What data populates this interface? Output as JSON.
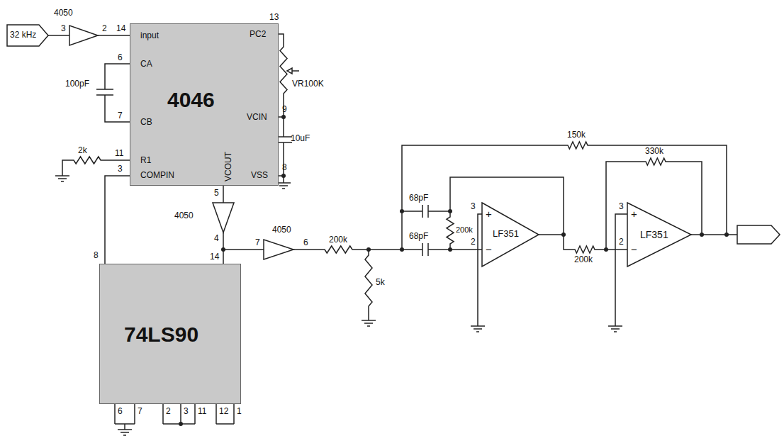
{
  "diagram": {
    "nodes": [
      {
        "text": [
          "4046",
          "input",
          "CA",
          "CB",
          "R1",
          "COMPIN",
          "PC2",
          "VCIN",
          "VCOUT",
          "VSS"
        ]
      },
      {
        "text": [
          "74LS90"
        ]
      },
      {
        "text": [
          "LF351",
          "+",
          "−"
        ]
      },
      {
        "text": [
          "LF351",
          "+",
          "−"
        ]
      }
    ],
    "edges": [
      {
        "from": 0,
        "to": 1,
        "arrow": "none"
      }
    ],
    "labels": [
      "32 kHz",
      "4050",
      "3",
      "2",
      "14",
      "6",
      "100pF",
      "7",
      "2k",
      "11",
      "3",
      "13",
      "VR100K",
      "9",
      "10uF",
      "8",
      "5",
      "4050",
      "4",
      "8",
      "14",
      "4050",
      "7",
      "6",
      "200k",
      "5k",
      "68pF",
      "68pF",
      "200k",
      "3",
      "2",
      "150k",
      "200k",
      "3",
      "2",
      "330k",
      "6",
      "7",
      "2",
      "3",
      "11",
      "12",
      "1"
    ]
  }
}
